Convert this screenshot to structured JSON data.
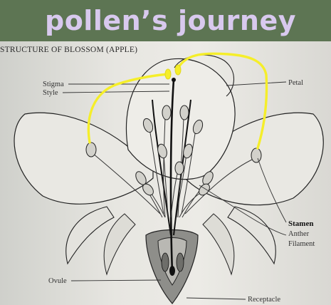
{
  "banner": {
    "title": "pollen’s journey"
  },
  "diagram": {
    "heading": "STRUCTURE OF BLOSSOM (APPLE)",
    "labels": {
      "stigma": "Stigma",
      "style": "Style",
      "petal": "Petal",
      "stamen": "Stamen",
      "anther": "Anther",
      "filament": "Filament",
      "ovule": "Ovule",
      "receptacle": "Receptacle"
    }
  },
  "colors": {
    "banner_bg": "#5d7553",
    "banner_text": "#d8c9ee",
    "annotation": "#f5ee2a",
    "ink": "#2a2a2a"
  }
}
